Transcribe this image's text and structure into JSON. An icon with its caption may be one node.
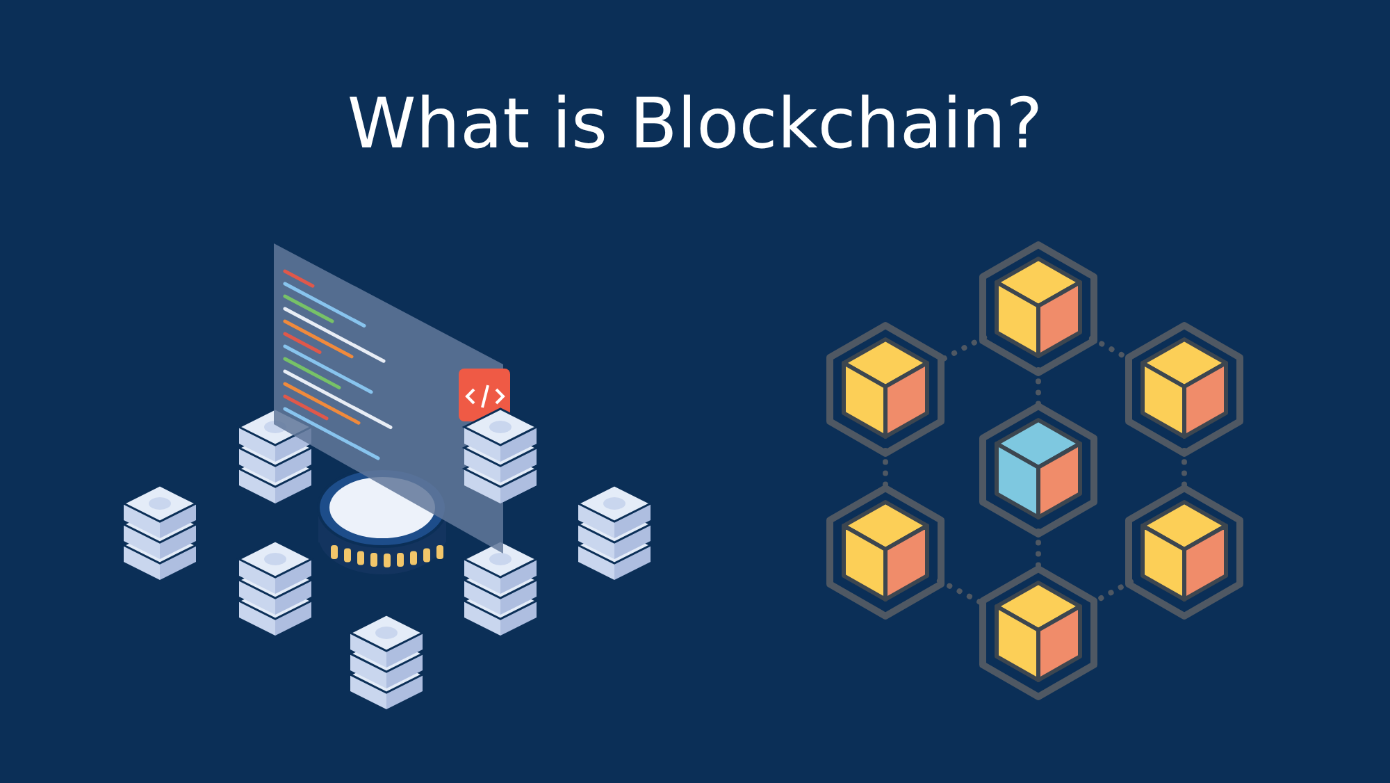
{
  "diagram": {
    "title": "What is Blockchain?",
    "nodes": [
      {
        "text": [],
        "shape": "cube"
      },
      {
        "text": [],
        "shape": "cube"
      },
      {
        "text": [],
        "shape": "cube"
      },
      {
        "text": [],
        "shape": "cube"
      },
      {
        "text": [],
        "shape": "cube"
      },
      {
        "text": [],
        "shape": "cube"
      },
      {
        "text": [],
        "shape": "cube"
      }
    ],
    "edges": [
      {
        "from": 0,
        "to": 1,
        "arrow": "none",
        "style": "dashed"
      },
      {
        "from": 0,
        "to": 2,
        "arrow": "none",
        "style": "dashed"
      },
      {
        "from": 0,
        "to": 3,
        "arrow": "none",
        "style": "dashed"
      },
      {
        "from": 1,
        "to": 4,
        "arrow": "none",
        "style": "dashed"
      },
      {
        "from": 2,
        "to": 5,
        "arrow": "none",
        "style": "dashed"
      },
      {
        "from": 3,
        "to": 6,
        "arrow": "none",
        "style": "dashed"
      },
      {
        "from": 4,
        "to": 6,
        "arrow": "none",
        "style": "dashed"
      },
      {
        "from": 5,
        "to": 6,
        "arrow": "none",
        "style": "dashed"
      }
    ]
  }
}
